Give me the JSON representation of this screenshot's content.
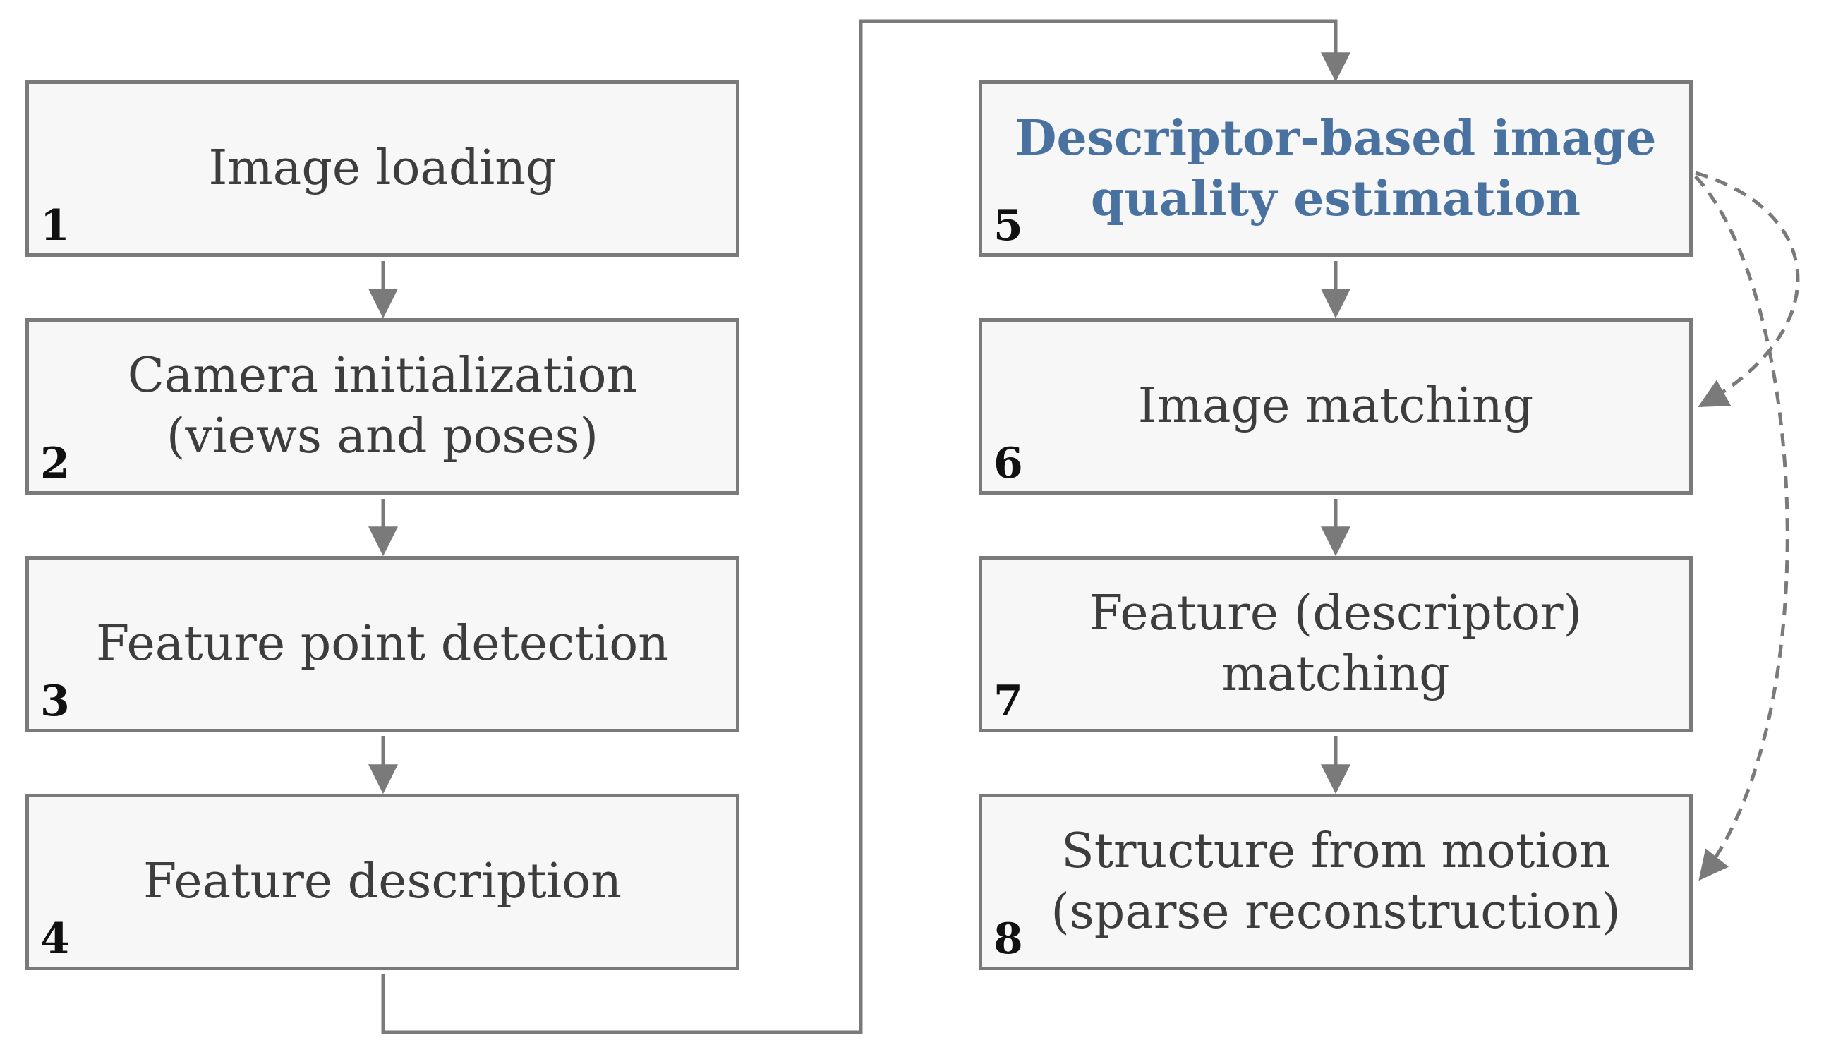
{
  "steps": [
    {
      "number": "1",
      "lines": [
        "Image loading"
      ],
      "highlight": false
    },
    {
      "number": "2",
      "lines": [
        "Camera initialization",
        "(views and poses)"
      ],
      "highlight": false
    },
    {
      "number": "3",
      "lines": [
        "Feature point detection"
      ],
      "highlight": false
    },
    {
      "number": "4",
      "lines": [
        "Feature description"
      ],
      "highlight": false
    },
    {
      "number": "5",
      "lines": [
        "Descriptor-based image",
        "quality estimation"
      ],
      "highlight": true
    },
    {
      "number": "6",
      "lines": [
        "Image matching"
      ],
      "highlight": false
    },
    {
      "number": "7",
      "lines": [
        "Feature (descriptor)",
        "matching"
      ],
      "highlight": false
    },
    {
      "number": "8",
      "lines": [
        "Structure from motion",
        "(sparse reconstruction)"
      ],
      "highlight": false
    }
  ],
  "colors": {
    "box_border": "#7a7a7a",
    "box_fill": "#f7f7f7",
    "arrow": "#7a7a7a",
    "dashed_arrow": "#7a7a7a",
    "text": "#3d3d3d",
    "highlight_text": "#4a72a0",
    "number_text": "#111111"
  }
}
